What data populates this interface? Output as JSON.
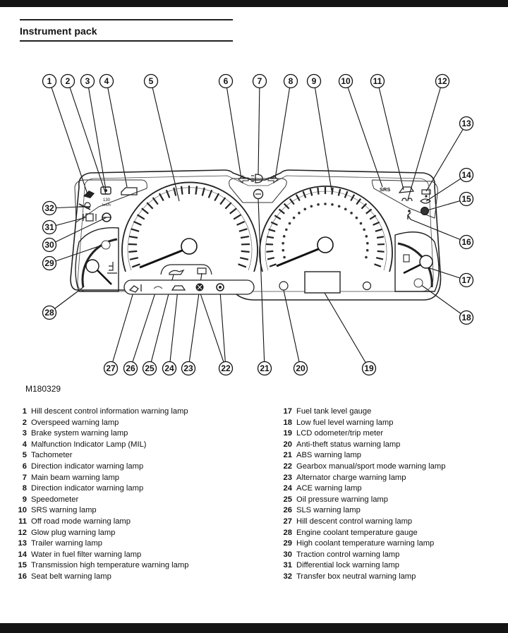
{
  "section": {
    "title": "Instrument pack"
  },
  "figure": {
    "id": "M180329",
    "icon_text_srs": "SRS",
    "icon_text_speed": "130",
    "icon_text_unit": "km/h"
  },
  "callouts": [
    "1",
    "2",
    "3",
    "4",
    "5",
    "6",
    "7",
    "8",
    "9",
    "10",
    "11",
    "12",
    "13",
    "14",
    "15",
    "16",
    "17",
    "18",
    "19",
    "20",
    "21",
    "22",
    "23",
    "24",
    "25",
    "26",
    "27",
    "28",
    "29",
    "30",
    "31",
    "32"
  ],
  "legend_left": [
    {
      "num": "1",
      "label": "Hill descent control information warning lamp"
    },
    {
      "num": "2",
      "label": "Overspeed warning lamp"
    },
    {
      "num": "3",
      "label": "Brake system warning lamp"
    },
    {
      "num": "4",
      "label": "Malfunction Indicator Lamp (MIL)"
    },
    {
      "num": "5",
      "label": "Tachometer"
    },
    {
      "num": "6",
      "label": "Direction indicator warning lamp"
    },
    {
      "num": "7",
      "label": "Main beam warning lamp"
    },
    {
      "num": "8",
      "label": "Direction indicator warning lamp"
    },
    {
      "num": "9",
      "label": "Speedometer"
    },
    {
      "num": "10",
      "label": "SRS warning lamp"
    },
    {
      "num": "11",
      "label": "Off road mode warning lamp"
    },
    {
      "num": "12",
      "label": "Glow plug warning lamp"
    },
    {
      "num": "13",
      "label": "Trailer warning lamp"
    },
    {
      "num": "14",
      "label": "Water in fuel filter warning lamp"
    },
    {
      "num": "15",
      "label": "Transmission high temperature warning lamp"
    },
    {
      "num": "16",
      "label": "Seat belt warning lamp"
    }
  ],
  "legend_right": [
    {
      "num": "17",
      "label": "Fuel tank level gauge"
    },
    {
      "num": "18",
      "label": "Low fuel level warning lamp"
    },
    {
      "num": "19",
      "label": "LCD odometer/trip meter"
    },
    {
      "num": "20",
      "label": "Anti-theft status warning lamp"
    },
    {
      "num": "21",
      "label": "ABS warning lamp"
    },
    {
      "num": "22",
      "label": "Gearbox manual/sport mode warning lamp"
    },
    {
      "num": "23",
      "label": "Alternator charge warning lamp"
    },
    {
      "num": "24",
      "label": "ACE warning lamp"
    },
    {
      "num": "25",
      "label": "Oil pressure warning lamp"
    },
    {
      "num": "26",
      "label": "SLS warning lamp"
    },
    {
      "num": "27",
      "label": "Hill descent control warning lamp"
    },
    {
      "num": "28",
      "label": "Engine coolant temperature gauge"
    },
    {
      "num": "29",
      "label": "High coolant temperature warning lamp"
    },
    {
      "num": "30",
      "label": "Traction control warning lamp"
    },
    {
      "num": "31",
      "label": "Differential lock warning lamp"
    },
    {
      "num": "32",
      "label": "Transfer box neutral warning lamp"
    }
  ]
}
